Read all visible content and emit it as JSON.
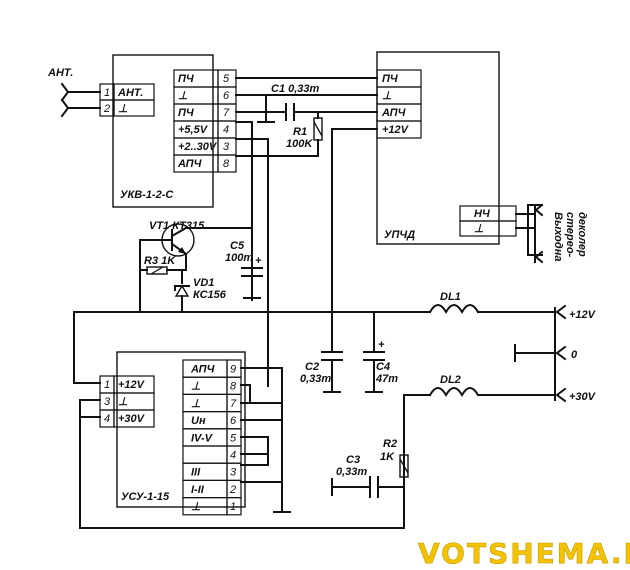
{
  "labels": {
    "ant": "АНТ.",
    "ukv_module": "УКВ-1-2-С",
    "upchd_module": "УПЧД",
    "usu_module": "УСУ-1-15",
    "vt1": "VT1 КТ315",
    "c1": "C1 0,33m",
    "r1_name": "R1",
    "r1_value": "100K",
    "c5_name": "C5",
    "c5_value": "100m",
    "r3": "R3 1K",
    "vd1_name": "VD1",
    "vd1_value": "КС156",
    "dl1": "DL1",
    "dl2": "DL2",
    "c2_name": "C2",
    "c2_value": "0,33m",
    "c4_name": "C4",
    "c4_value": "47m",
    "c3_name": "C3",
    "c3_value": "0,33m",
    "r2_name": "R2",
    "r2_value": "1K",
    "out_12v": "+12V",
    "out_0": "0",
    "out_30v": "+30V",
    "stereo_line1": "Выходна",
    "stereo_line2": "стерео-",
    "stereo_line3": "деколер",
    "watermark": "VOTSHEMA.RU"
  },
  "ukv_input_pins": [
    {
      "num": "1",
      "label": "АНТ."
    },
    {
      "num": "2",
      "label": "⊥"
    }
  ],
  "ukv_output_pins": [
    {
      "label": "ПЧ",
      "num": "5"
    },
    {
      "label": "⊥",
      "num": "6"
    },
    {
      "label": "ПЧ",
      "num": "7"
    },
    {
      "label": "+5,5V",
      "num": "4"
    },
    {
      "label": "+2..30V",
      "num": "3"
    },
    {
      "label": "АПЧ",
      "num": "8"
    }
  ],
  "upchd_pins": [
    {
      "label": "ПЧ"
    },
    {
      "label": "⊥"
    },
    {
      "label": "АПЧ"
    },
    {
      "label": "+12V"
    }
  ],
  "upchd_out_pins": [
    {
      "label": "НЧ"
    },
    {
      "label": "⊥"
    }
  ],
  "usu_left_pins": [
    {
      "num": "1",
      "label": "+12V"
    },
    {
      "num": "3",
      "label": "⊥"
    },
    {
      "num": "4",
      "label": "+30V"
    }
  ],
  "usu_right_pins": [
    {
      "label": "АПЧ",
      "num": "9"
    },
    {
      "label": "⊥",
      "num": "8"
    },
    {
      "label": "⊥",
      "num": "7"
    },
    {
      "label": "Uн",
      "num": "6"
    },
    {
      "label": "IV-V",
      "num": "5"
    },
    {
      "label": "",
      "num": "4"
    },
    {
      "label": "III",
      "num": "3"
    },
    {
      "label": "I-II",
      "num": "2"
    },
    {
      "label": "⊥",
      "num": "1"
    }
  ]
}
